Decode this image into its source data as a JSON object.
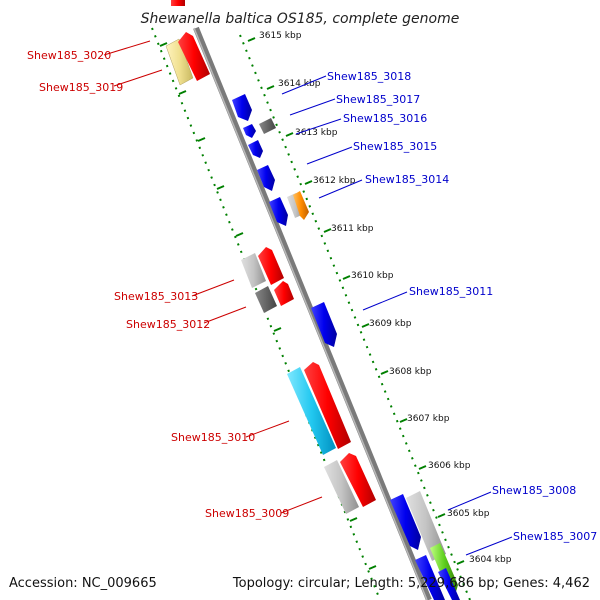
{
  "map": {
    "title": "Shewanella baltica OS185, complete genome",
    "accession_label": "Accession: NC_009665",
    "stats_label": "Topology: circular; Length: 5,229,686 bp; Genes: 4,462",
    "colors": {
      "reverse_label": "#cc0000",
      "forward_label": "#0000cc",
      "axis": "#808080",
      "dots": "#008000"
    }
  },
  "scale_ticks": [
    "3615 kbp",
    "3614 kbp",
    "3613 kbp",
    "3612 kbp",
    "3611 kbp",
    "3610 kbp",
    "3609 kbp",
    "3608 kbp",
    "3607 kbp",
    "3606 kbp",
    "3605 kbp",
    "3604 kbp"
  ],
  "genes": {
    "g3020": "Shew185_3020",
    "g3019": "Shew185_3019",
    "g3018": "Shew185_3018",
    "g3017": "Shew185_3017",
    "g3016": "Shew185_3016",
    "g3015": "Shew185_3015",
    "g3014": "Shew185_3014",
    "g3013": "Shew185_3013",
    "g3012": "Shew185_3012",
    "g3011": "Shew185_3011",
    "g3010": "Shew185_3010",
    "g3009": "Shew185_3009",
    "g3008": "Shew185_3008",
    "g3007": "Shew185_3007"
  }
}
